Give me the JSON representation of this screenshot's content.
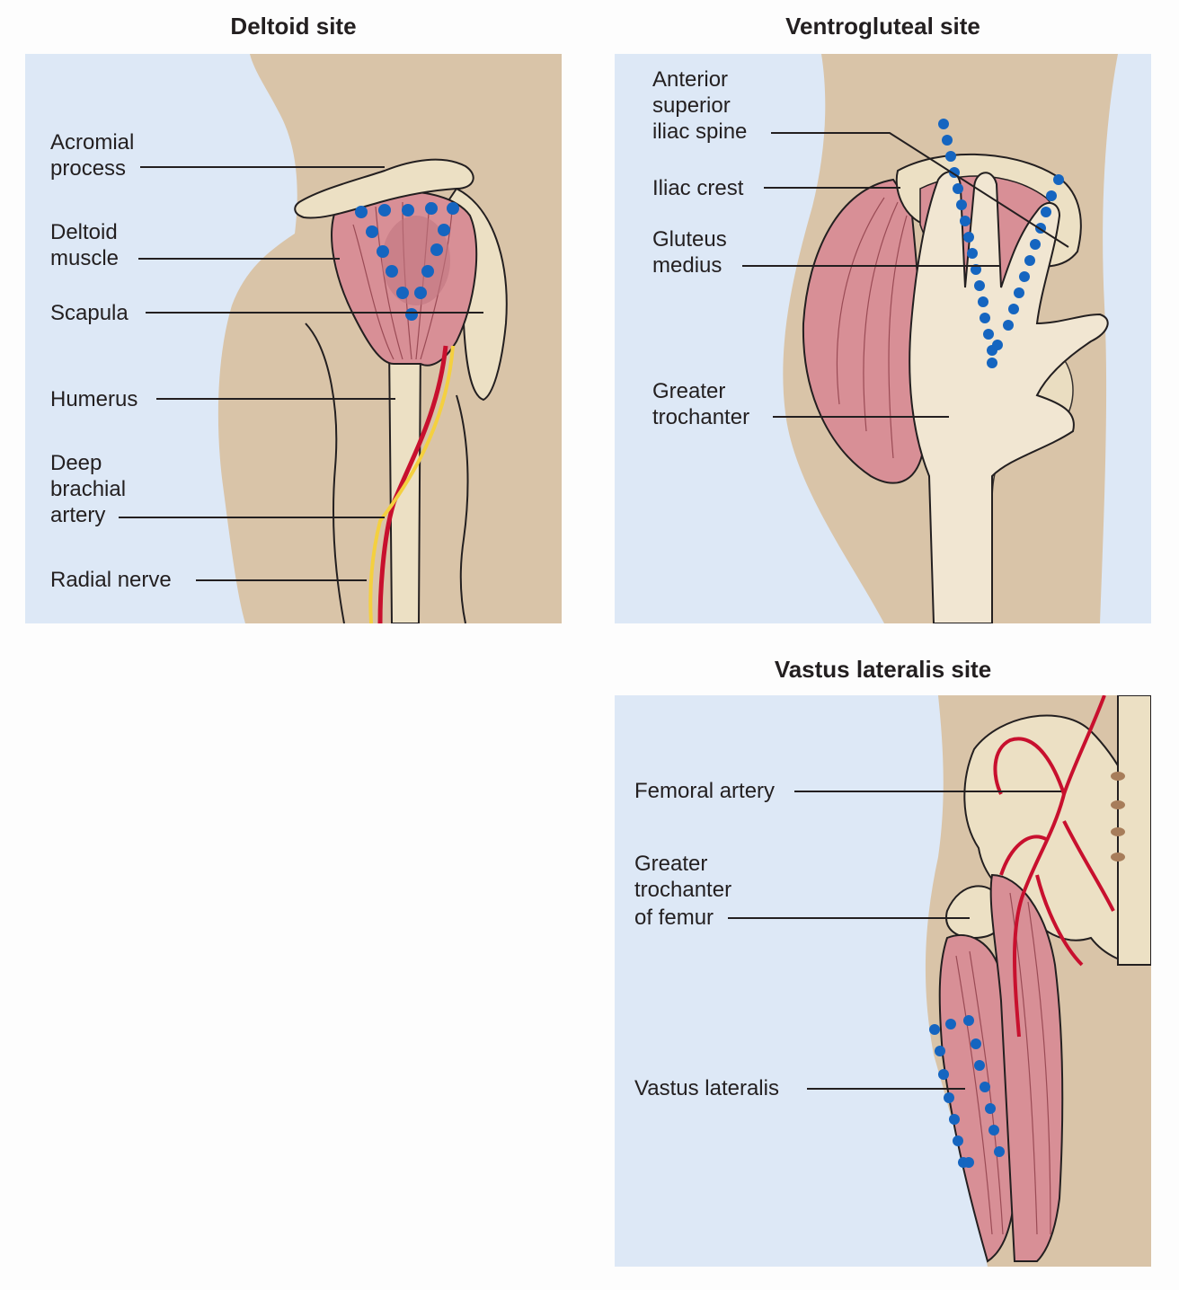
{
  "colors": {
    "background": "#dde8f6",
    "skin": "#d9c4a8",
    "bone": "#ece0c4",
    "muscle": "#d88f96",
    "artery": "#c8102e",
    "nerve": "#f4d03f",
    "injection_dot": "#1565c0"
  },
  "deltoid": {
    "title": "Deltoid site",
    "labels": {
      "acromial_1": "Acromial",
      "acromial_2": "process",
      "deltoid_1": "Deltoid",
      "deltoid_2": "muscle",
      "scapula": "Scapula",
      "humerus": "Humerus",
      "deep_1": "Deep",
      "deep_2": "brachial",
      "deep_3": "artery",
      "radial": "Radial nerve"
    }
  },
  "ventrogluteal": {
    "title": "Ventrogluteal site",
    "labels": {
      "asis_1": "Anterior",
      "asis_2": "superior",
      "asis_3": "iliac spine",
      "iliac_crest": "Iliac crest",
      "gluteus_1": "Gluteus",
      "gluteus_2": "medius",
      "greater_1": "Greater",
      "greater_2": "trochanter"
    }
  },
  "vastus": {
    "title": "Vastus lateralis site",
    "labels": {
      "femoral": "Femoral artery",
      "gtf_1": "Greater",
      "gtf_2": "trochanter",
      "gtf_3": "of femur",
      "vastus": "Vastus lateralis"
    }
  }
}
